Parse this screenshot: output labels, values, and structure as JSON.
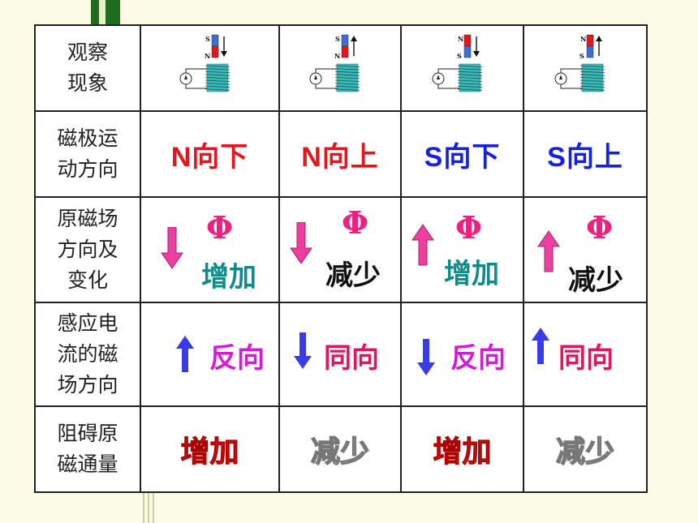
{
  "row_headers": {
    "observe": [
      "观察",
      "现象"
    ],
    "motion": [
      "磁极运",
      "动方向"
    ],
    "original_field": [
      "原磁场",
      "方向及",
      "变化"
    ],
    "induced_field": [
      "感应电",
      "流的磁",
      "场方向"
    ],
    "oppose": [
      "阻碍原",
      "磁通量"
    ]
  },
  "columns": [
    {
      "magnet_top": "S",
      "magnet_bottom": "N",
      "move": "down",
      "motion_label": "N向下",
      "motion_color": "#e8141c",
      "field_arrow": "down",
      "phi": "Φ",
      "change": "增加",
      "change_color": "#108a8a",
      "induced_arrow": "up",
      "induced_arrow_color": "#3a3ae8",
      "induced_label": "反向",
      "induced_color": "#d61ad6",
      "oppose": "增加",
      "oppose_style": "solid"
    },
    {
      "magnet_top": "S",
      "magnet_bottom": "N",
      "move": "up",
      "motion_label": "N向上",
      "motion_color": "#e8141c",
      "field_arrow": "down",
      "phi": "Φ",
      "change": "减少",
      "change_color": "#111111",
      "induced_arrow": "down",
      "induced_arrow_color": "#3a3ae8",
      "induced_label": "同向",
      "induced_color": "#e8145a",
      "oppose": "减少",
      "oppose_style": "outline"
    },
    {
      "magnet_top": "N",
      "magnet_bottom": "S",
      "move": "down",
      "motion_label": "S向下",
      "motion_color": "#1520e0",
      "field_arrow": "up",
      "phi": "Φ",
      "change": "增加",
      "change_color": "#108a8a",
      "induced_arrow": "down",
      "induced_arrow_color": "#3a3ae8",
      "induced_label": "反向",
      "induced_color": "#d61ad6",
      "oppose": "增加",
      "oppose_style": "solid"
    },
    {
      "magnet_top": "N",
      "magnet_bottom": "S",
      "move": "up",
      "motion_label": "S向上",
      "motion_color": "#1520e0",
      "field_arrow": "up",
      "phi": "Φ",
      "change": "减少",
      "change_color": "#111111",
      "induced_arrow": "up",
      "induced_arrow_color": "#3a3ae8",
      "induced_label": "同向",
      "induced_color": "#e8145a",
      "oppose": "减少",
      "oppose_style": "outline"
    }
  ],
  "colors": {
    "magnet_north": "#e8141c",
    "magnet_south": "#3a6fd8",
    "coil": "#3ab7b7",
    "field_arrow": "#ee3fa0",
    "background": "#fcfce6"
  }
}
